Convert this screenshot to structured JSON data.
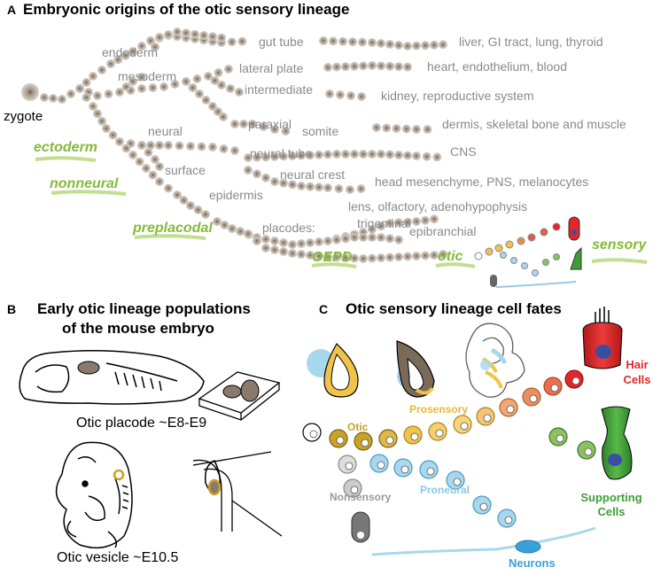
{
  "panel_a": {
    "letter": "A",
    "title": "Embryonic origins of the otic sensory lineage",
    "start_label": "zygote",
    "germ_labels": {
      "ectoderm": "ectoderm",
      "nonneural": "nonneural",
      "preplacodal": "preplacodal",
      "oepd": "OEPD",
      "otic": "otic",
      "sensory": "sensory"
    },
    "labels": {
      "endoderm": "endoderm",
      "mesoderm": "mesoderm",
      "neural": "neural",
      "surface": "surface",
      "epidermis": "epidermis",
      "gut_tube": "gut tube",
      "lateral_plate": "lateral plate",
      "intermediate": "intermediate",
      "paraxial": "paraxial",
      "somite": "somite",
      "neural_tube": "neural tube",
      "neural_crest": "neural crest",
      "placodes": "placodes:",
      "trigeminal": "trigeminal",
      "epibranchial": "epibranchial"
    },
    "fates": {
      "liver": "liver, GI tract, lung, thyroid",
      "heart": "heart, endothelium, blood",
      "kidney": "kidney, reproductive system",
      "dermis": "dermis, skeletal bone and muscle",
      "cns": "CNS",
      "head": "head mesenchyme, PNS, melanocytes",
      "lens": "lens, olfactory, adenohypophysis"
    }
  },
  "panel_b": {
    "letter": "B",
    "title_line1": "Early otic lineage populations",
    "title_line2": "of the mouse embryo",
    "caption_placode": "Otic placode ~E8-E9",
    "caption_vesicle": "Otic vesicle ~E10.5"
  },
  "panel_c": {
    "letter": "C",
    "title": "Otic sensory lineage cell fates",
    "label_otic": "Otic",
    "label_prosensory": "Prosensory",
    "label_nonsensory": "Nonsensory",
    "label_proneural": "Proneural",
    "hair_line1": "Hair",
    "hair_line2": "Cells",
    "support_line1": "Supporting",
    "support_line2": "Cells",
    "label_neurons": "Neurons"
  },
  "colors": {
    "green": "#86b83a",
    "gray_text": "#8a8a8a",
    "otic_gold": "#c9a227",
    "prosensory": "#f0c34a",
    "hair_red": "#e3262a",
    "support_green": "#3f9e3a",
    "neuron_blue": "#3aa0d8",
    "nucleus_blue": "#3a4fa0"
  }
}
